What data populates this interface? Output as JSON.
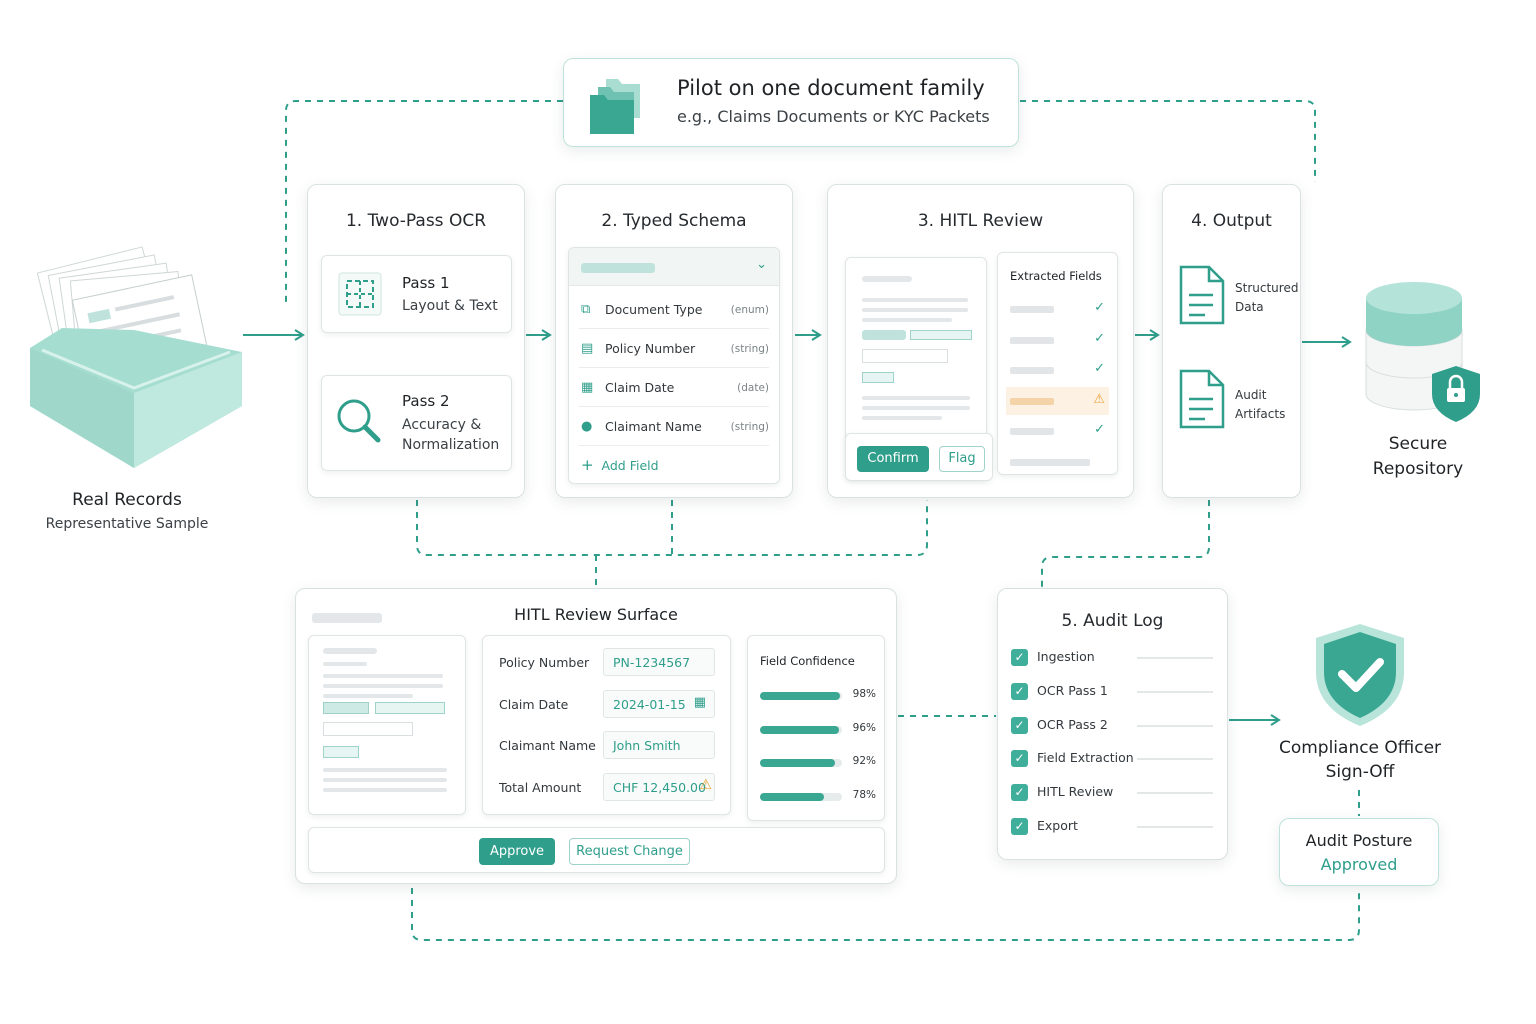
{
  "pilot": {
    "title": "Pilot on one document family",
    "subtitle": "e.g., Claims Documents or KYC Packets",
    "icon": "folders-icon"
  },
  "source": {
    "title": "Real Records",
    "subtitle": "Representative Sample"
  },
  "ocr": {
    "title": "1. Two-Pass OCR",
    "pass1": {
      "title": "Pass 1",
      "desc": "Layout & Text"
    },
    "pass2": {
      "title": "Pass 2",
      "desc1": "Accuracy &",
      "desc2": "Normalization"
    }
  },
  "schema": {
    "title": "2. Typed Schema",
    "fields": [
      {
        "name": "Document Type",
        "type": "(enum)",
        "icon": "type-icon"
      },
      {
        "name": "Policy Number",
        "type": "(string)",
        "icon": "id-card-icon"
      },
      {
        "name": "Claim Date",
        "type": "(date)",
        "icon": "calendar-icon"
      },
      {
        "name": "Claimant Name",
        "type": "(string)",
        "icon": "person-icon"
      }
    ],
    "add_label": "Add Field"
  },
  "hitl": {
    "title": "3. HITL Review",
    "extracted_label": "Extracted Fields",
    "confirm": "Confirm",
    "flag": "Flag"
  },
  "output": {
    "title": "4. Output",
    "item1a": "Structured",
    "item1b": "Data",
    "item2a": "Audit",
    "item2b": "Artifacts"
  },
  "repo": {
    "line1": "Secure",
    "line2": "Repository"
  },
  "surface": {
    "title": "HITL Review Surface",
    "fields": [
      {
        "label": "Policy Number",
        "value": "PN-1234567"
      },
      {
        "label": "Claim Date",
        "value": "2024-01-15"
      },
      {
        "label": "Claimant Name",
        "value": "John Smith"
      },
      {
        "label": "Total Amount",
        "value": "CHF 12,450.00"
      }
    ],
    "confidence_title": "Field Confidence",
    "confidence": [
      {
        "value": 98,
        "label": "98%"
      },
      {
        "value": 96,
        "label": "96%"
      },
      {
        "value": 92,
        "label": "92%"
      },
      {
        "value": 78,
        "label": "78%"
      }
    ],
    "approve": "Approve",
    "request_change": "Request Change"
  },
  "audit": {
    "title": "5. Audit Log",
    "items": [
      "Ingestion",
      "OCR Pass 1",
      "OCR Pass 2",
      "Field Extraction",
      "HITL Review",
      "Export"
    ]
  },
  "signoff": {
    "line1": "Compliance Officer",
    "line2": "Sign-Off"
  },
  "posture": {
    "line1": "Audit Posture",
    "line2": "Approved"
  },
  "colors": {
    "accent": "#2f9e8b",
    "warning": "#e8a33a",
    "border": "#d9e2e0"
  }
}
